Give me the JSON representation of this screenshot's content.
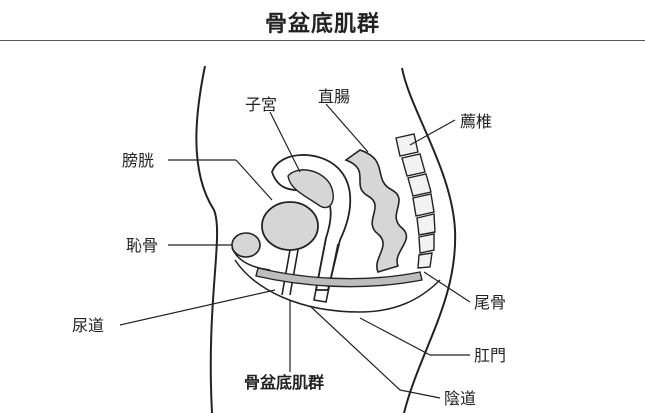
{
  "title": "骨盆底肌群",
  "labels": {
    "uterus": "子宮",
    "rectum": "直腸",
    "sacrum": "薦椎",
    "bladder": "膀胱",
    "pubis": "恥骨",
    "urethra": "尿道",
    "pelvic_floor": "骨盆底肌群",
    "coccyx": "尾骨",
    "anus": "肛門",
    "vagina": "陰道"
  },
  "colors": {
    "organ_fill": "#d6d6d6",
    "outline": "#222222",
    "muscle_fill": "#bdbdbd"
  }
}
